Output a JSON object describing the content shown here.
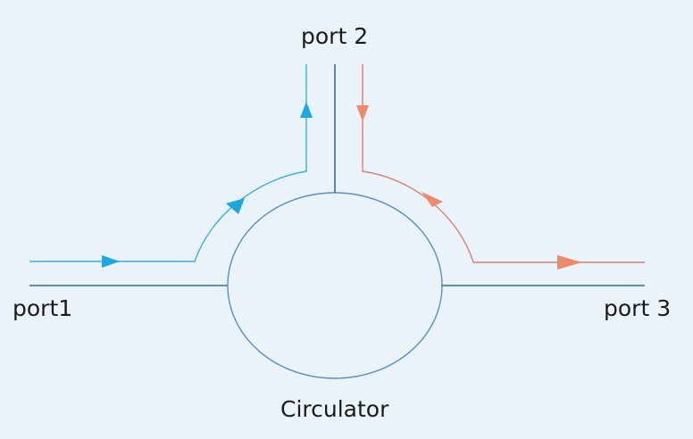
{
  "labels": {
    "port1": "port1",
    "port2": "port 2",
    "port3": "port 3",
    "device": "Circulator"
  },
  "colors": {
    "background": "#eaf3fa",
    "structure": "#2f6f9e",
    "ring": "#5a8fc4",
    "path_port1_to_port2": "#3aaee0",
    "arrow_port1_to_port2": "#1aa8e2",
    "path_port2_to_port3": "#d7826d",
    "arrow_port2_to_port3": "#ec8a6a"
  }
}
